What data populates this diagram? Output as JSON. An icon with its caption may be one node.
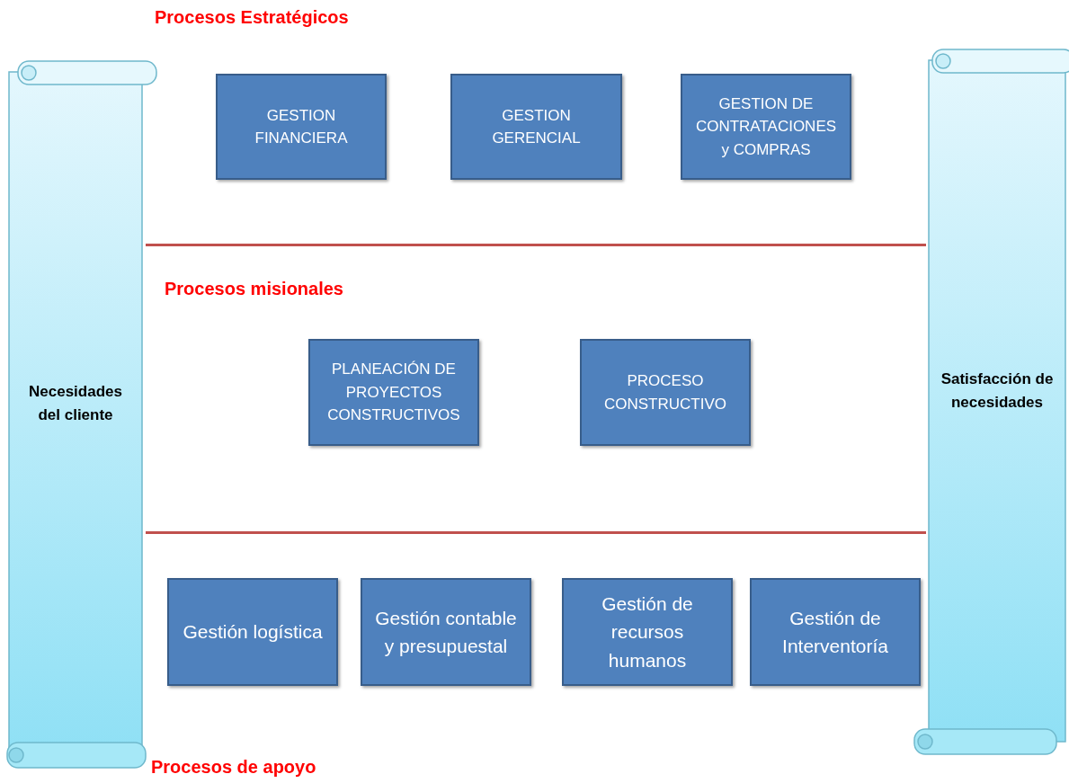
{
  "diagram": {
    "nodes": [
      {
        "text": [
          "Necesidades del cliente"
        ]
      },
      {
        "text": [
          "GESTION FINANCIERA"
        ]
      },
      {
        "text": [
          "GESTION GERENCIAL"
        ]
      },
      {
        "text": [
          "GESTION DE CONTRATACIONES y COMPRAS"
        ]
      },
      {
        "text": [
          "Satisfacción de necesidades"
        ]
      },
      {
        "text": [
          "PLANEACIÓN DE PROYECTOS CONSTRUCTIVOS"
        ]
      },
      {
        "text": [
          "PROCESO CONSTRUCTIVO"
        ]
      },
      {
        "text": [
          "Gestión logística"
        ]
      },
      {
        "text": [
          "Gestión contable y presupuestal"
        ]
      },
      {
        "text": [
          "Gestión de recursos humanos"
        ]
      },
      {
        "text": [
          "Gestión de Interventoría"
        ]
      }
    ],
    "edges": [],
    "labels": [
      "Procesos Estratégicos",
      "Procesos misionales",
      "Procesos de apoyo"
    ]
  }
}
